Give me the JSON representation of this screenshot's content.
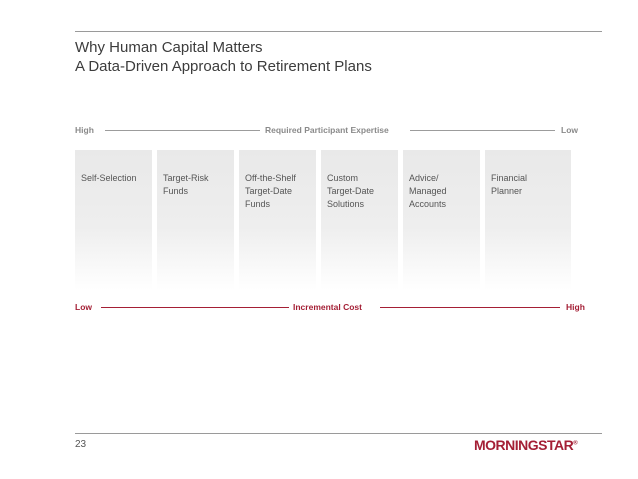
{
  "title": {
    "line1": "Why Human Capital Matters",
    "line2": "A Data-Driven Approach to Retirement Plans"
  },
  "expertise_axis": {
    "left": "High",
    "center": "Required Participant Expertise",
    "right": "Low",
    "color": "#9c9c9c"
  },
  "columns": [
    {
      "label": "Self-Selection"
    },
    {
      "label": "Target-Risk\nFunds"
    },
    {
      "label": "Off-the-Shelf\nTarget-Date\nFunds"
    },
    {
      "label": "Custom\nTarget-Date\nSolutions"
    },
    {
      "label": "Advice/\nManaged\nAccounts"
    },
    {
      "label": "Financial\nPlanner"
    }
  ],
  "cost_axis": {
    "left": "Low",
    "center": "Incremental Cost",
    "right": "High",
    "color": "#a41f35"
  },
  "footer": {
    "page_number": "23",
    "logo": "MORNINGSTAR",
    "logo_mark": "®"
  }
}
